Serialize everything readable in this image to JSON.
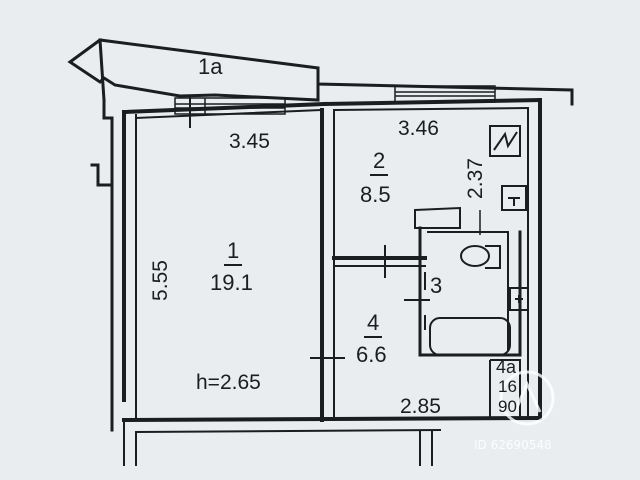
{
  "rooms": {
    "balcony": {
      "number": "1a"
    },
    "room1": {
      "number": "1",
      "area": "19.1",
      "height": "h=2.65",
      "width_dim": "3.45",
      "length_dim": "5.55"
    },
    "room2": {
      "number": "2",
      "area": "8.5",
      "width_dim": "3.46",
      "length_dim": "2.37"
    },
    "room3": {
      "number": "3"
    },
    "room4": {
      "number": "4",
      "area": "6.6",
      "width_dim": "2.85"
    },
    "room4a": {
      "number": "4a",
      "area": "16",
      "extra": "90"
    }
  },
  "watermark": {
    "id_text": "ID 62690548"
  },
  "colors": {
    "ink": "#1b1d1f",
    "paper": "#e9edf0"
  }
}
